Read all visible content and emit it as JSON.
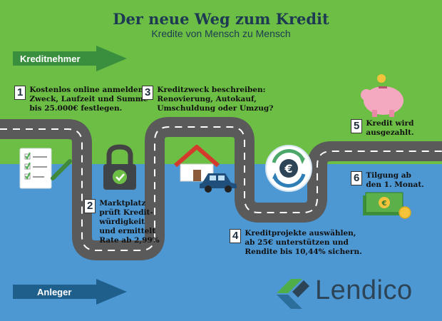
{
  "header": {
    "title": "Der neue Weg zum Kredit",
    "subtitle": "Kredite von Mensch zu Mensch"
  },
  "roles": {
    "borrower": "Kreditnehmer",
    "investor": "Anleger"
  },
  "steps": [
    {
      "number": "1",
      "lines": [
        "Kostenlos online anmelden.",
        "Zweck, Laufzeit und Summe",
        "bis 25.000€ festlegen."
      ]
    },
    {
      "number": "2",
      "lines": [
        "Marktplatz",
        "prüft Kredit-",
        "würdigkeit",
        "und ermittelt",
        "Rate ab 2,99%"
      ]
    },
    {
      "number": "3",
      "lines": [
        "Kreditzweck beschreiben:",
        "Renovierung, Autokauf,",
        "Umschuldung oder Umzug?"
      ]
    },
    {
      "number": "4",
      "lines": [
        "Kreditprojekte auswählen,",
        "ab 25€ unterstützen und",
        "Rendite bis 10,44% sichern."
      ]
    },
    {
      "number": "5",
      "lines": [
        "Kredit wird",
        "ausgezahlt."
      ]
    },
    {
      "number": "6",
      "lines": [
        "Tilgung ab",
        "den 1. Monat."
      ]
    }
  ],
  "brand": {
    "name": "Lendico"
  },
  "icons": {
    "step1": "checklist-icon",
    "step2": "padlock-icon",
    "step3": "house-icon",
    "car": "car-icon",
    "step4": "euro-exchange-icon",
    "step5": "piggy-bank-icon",
    "step6": "money-icon"
  },
  "colors": {
    "green": "#6cbe45",
    "blue": "#4d97d3",
    "road": "#5a5a5a",
    "navy": "#1d3a52",
    "arrow_green": "#3a8f3f",
    "arrow_blue": "#1f5f8c"
  }
}
